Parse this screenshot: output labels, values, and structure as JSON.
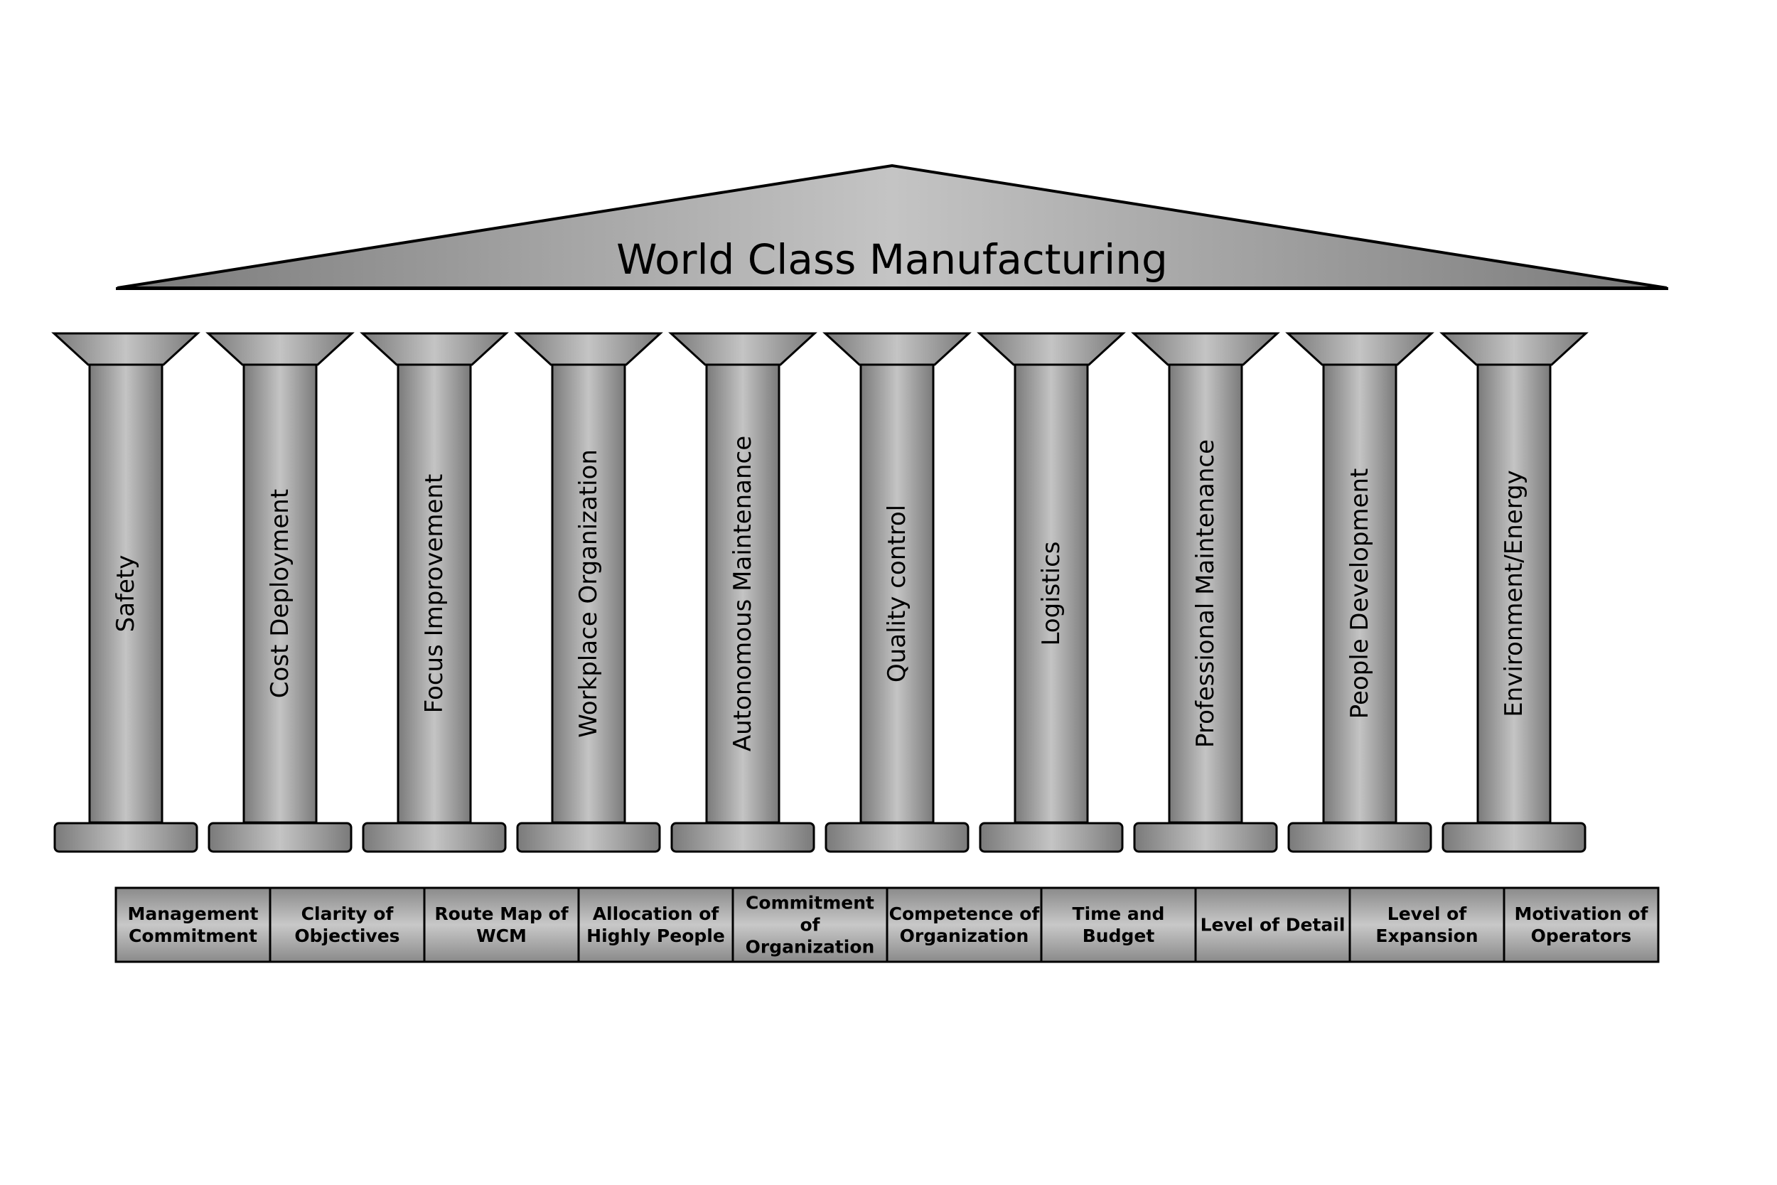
{
  "roof": {
    "title": "World Class Manufacturing"
  },
  "pillars": [
    {
      "label": "Safety"
    },
    {
      "label": "Cost Deployment"
    },
    {
      "label": "Focus Improvement"
    },
    {
      "label": "Workplace Organization"
    },
    {
      "label": "Autonomous Maintenance"
    },
    {
      "label": "Quality control"
    },
    {
      "label": "Logistics"
    },
    {
      "label": "Professional Maintenance"
    },
    {
      "label": "People Development"
    },
    {
      "label": "Environment/Energy"
    }
  ],
  "foundations": [
    {
      "lines": [
        "Management",
        "Commitment"
      ]
    },
    {
      "lines": [
        "Clarity of",
        "Objectives"
      ]
    },
    {
      "lines": [
        "Route Map of",
        "WCM"
      ]
    },
    {
      "lines": [
        "Allocation of",
        "Highly People"
      ]
    },
    {
      "lines": [
        "Commitment",
        "of",
        "Organization"
      ]
    },
    {
      "lines": [
        "Competence of",
        "Organization"
      ]
    },
    {
      "lines": [
        "Time and",
        "Budget"
      ]
    },
    {
      "lines": [
        "Level of Detail"
      ]
    },
    {
      "lines": [
        "Level of",
        "Expansion"
      ]
    },
    {
      "lines": [
        "Motivation of",
        "Operators"
      ]
    }
  ],
  "colors": {
    "stone_dark": "#7a7a7a",
    "stone_light": "#c4c4c4",
    "outline": "#000000"
  }
}
